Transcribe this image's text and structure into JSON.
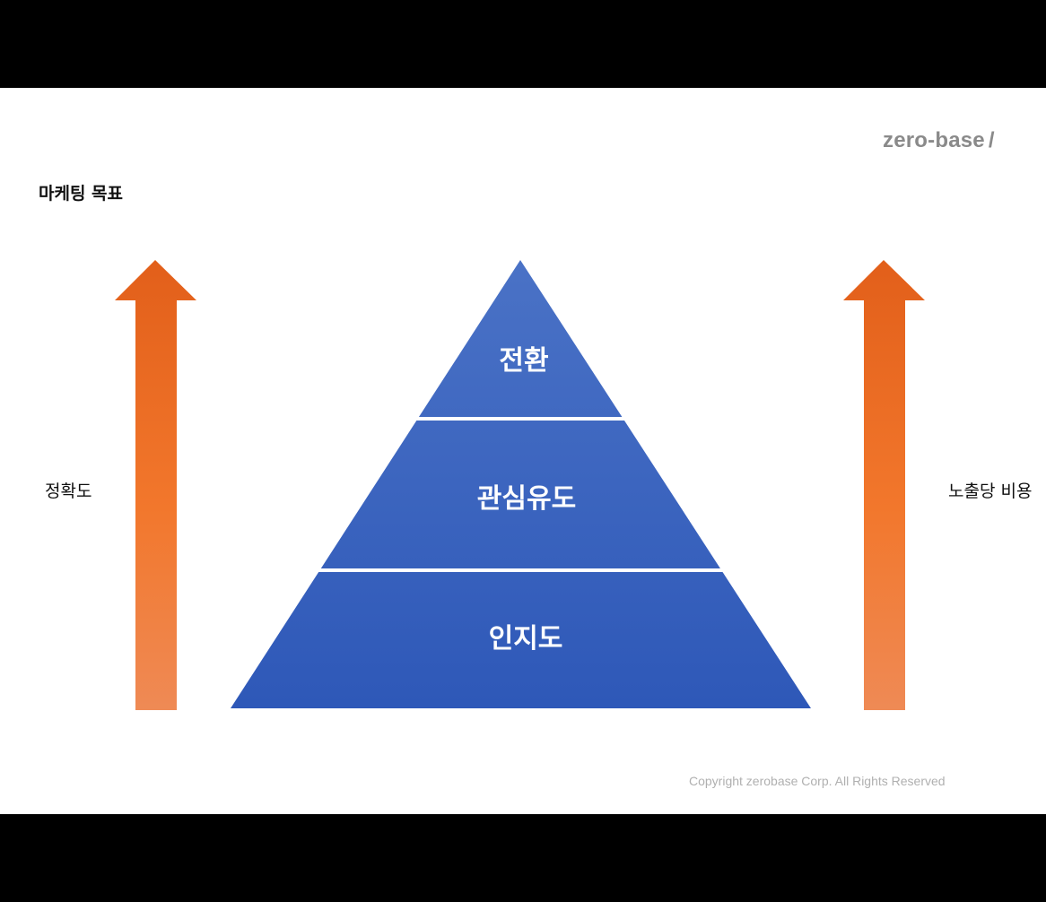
{
  "slide": {
    "brand": "zero-base",
    "brand_mark": "/",
    "heading": "마케팅 목표",
    "left_axis_label": "정확도",
    "right_axis_label": "노출당 비용",
    "copyright": "Copyright zerobase Corp. All Rights Reserved"
  },
  "pyramid": {
    "tiers": [
      {
        "label": "전환"
      },
      {
        "label": "관심유도"
      },
      {
        "label": "인지도"
      }
    ]
  },
  "colors": {
    "pyramid_top": "#4a72c6",
    "pyramid_bottom": "#2e58b8",
    "arrow_top": "#e25f1a",
    "arrow_bottom": "#ef8a55",
    "separator": "#ffffff",
    "brand": "#8a8a8a"
  }
}
